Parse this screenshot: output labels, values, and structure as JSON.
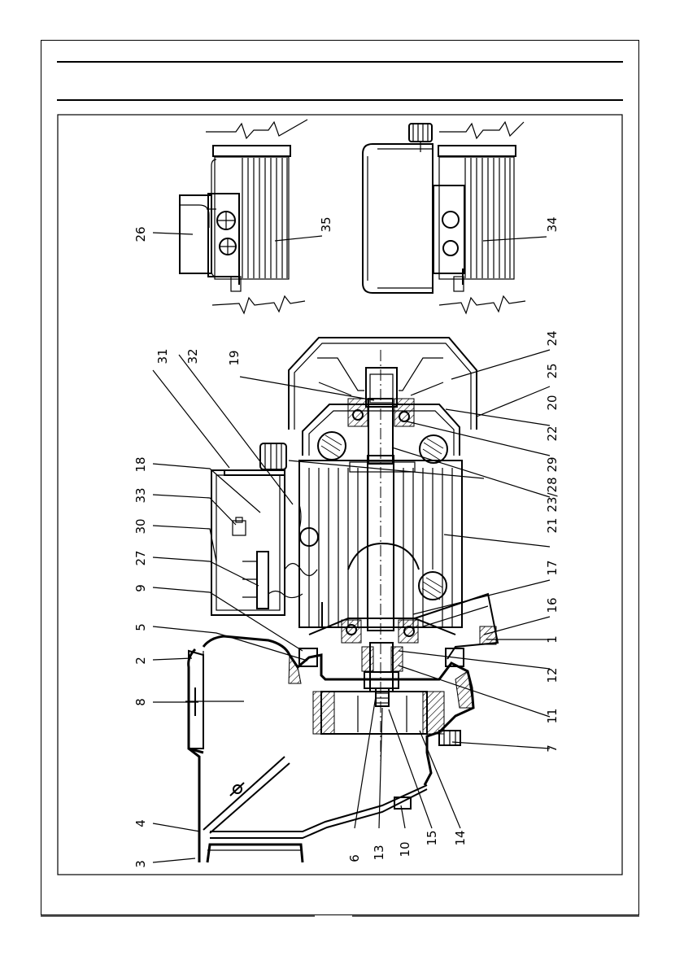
{
  "diagram": {
    "labels": [
      "3",
      "4",
      "8",
      "2",
      "5",
      "9",
      "27",
      "30",
      "33",
      "18",
      "32",
      "31",
      "19",
      "26",
      "35",
      "34",
      "24",
      "25",
      "20",
      "22",
      "29",
      "23/28",
      "21",
      "17",
      "16",
      "1",
      "12",
      "11",
      "7",
      "14",
      "15",
      "10",
      "13",
      "6"
    ]
  }
}
